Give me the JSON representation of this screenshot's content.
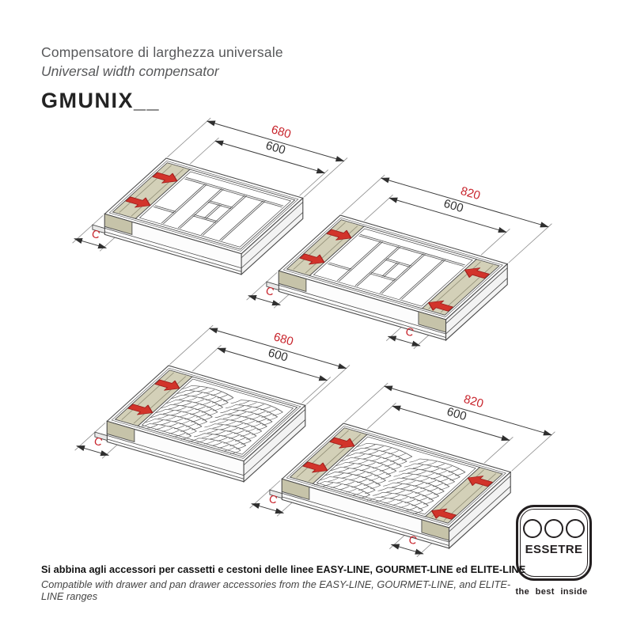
{
  "header": {
    "title_it": "Compensatore di larghezza universale",
    "title_en": "Universal width compensator",
    "product_code": "GMUNIX__"
  },
  "drawings": [
    {
      "variant": "cutlery-tray-680",
      "insert_type": "cutlery",
      "dim_outer": "680",
      "dim_inner": "600",
      "comp_label": "C",
      "compensator_sides": "left"
    },
    {
      "variant": "cutlery-tray-820",
      "insert_type": "cutlery",
      "dim_outer": "820",
      "dim_inner": "600",
      "comp_label": "C",
      "compensator_sides": "both"
    },
    {
      "variant": "plate-rack-680",
      "insert_type": "plates",
      "dim_outer": "680",
      "dim_inner": "600",
      "comp_label": "C",
      "compensator_sides": "left"
    },
    {
      "variant": "plate-rack-820",
      "insert_type": "plates",
      "dim_outer": "820",
      "dim_inner": "600",
      "comp_label": "C",
      "compensator_sides": "both"
    }
  ],
  "footer": {
    "compat_it": "Si abbina agli accessori per cassetti e cestoni delle linee EASY-LINE, GOURMET-LINE ed ELITE-LINE",
    "compat_en": "Compatible with drawer and pan drawer accessories from the EASY-LINE, GOURMET-LINE, and ELITE-LINE ranges"
  },
  "logo": {
    "brand": "ESSETRE",
    "tagline": "the best inside"
  },
  "icons": {
    "compensation_arrow": "block-arrow-icon",
    "logo_mark": "three-circles-icon"
  },
  "colors": {
    "accent_red": "#c8242c",
    "arrow_red": "#d2342b",
    "arrow_red_dark": "#9e1e1c",
    "beige_top": "#d3d0b8",
    "beige_shade": "#8f8c74",
    "beige_front": "#c6c3a9",
    "line_dark": "#4a4a4a",
    "dim_dark": "#303030",
    "ext_gray": "#8c8c8c"
  }
}
